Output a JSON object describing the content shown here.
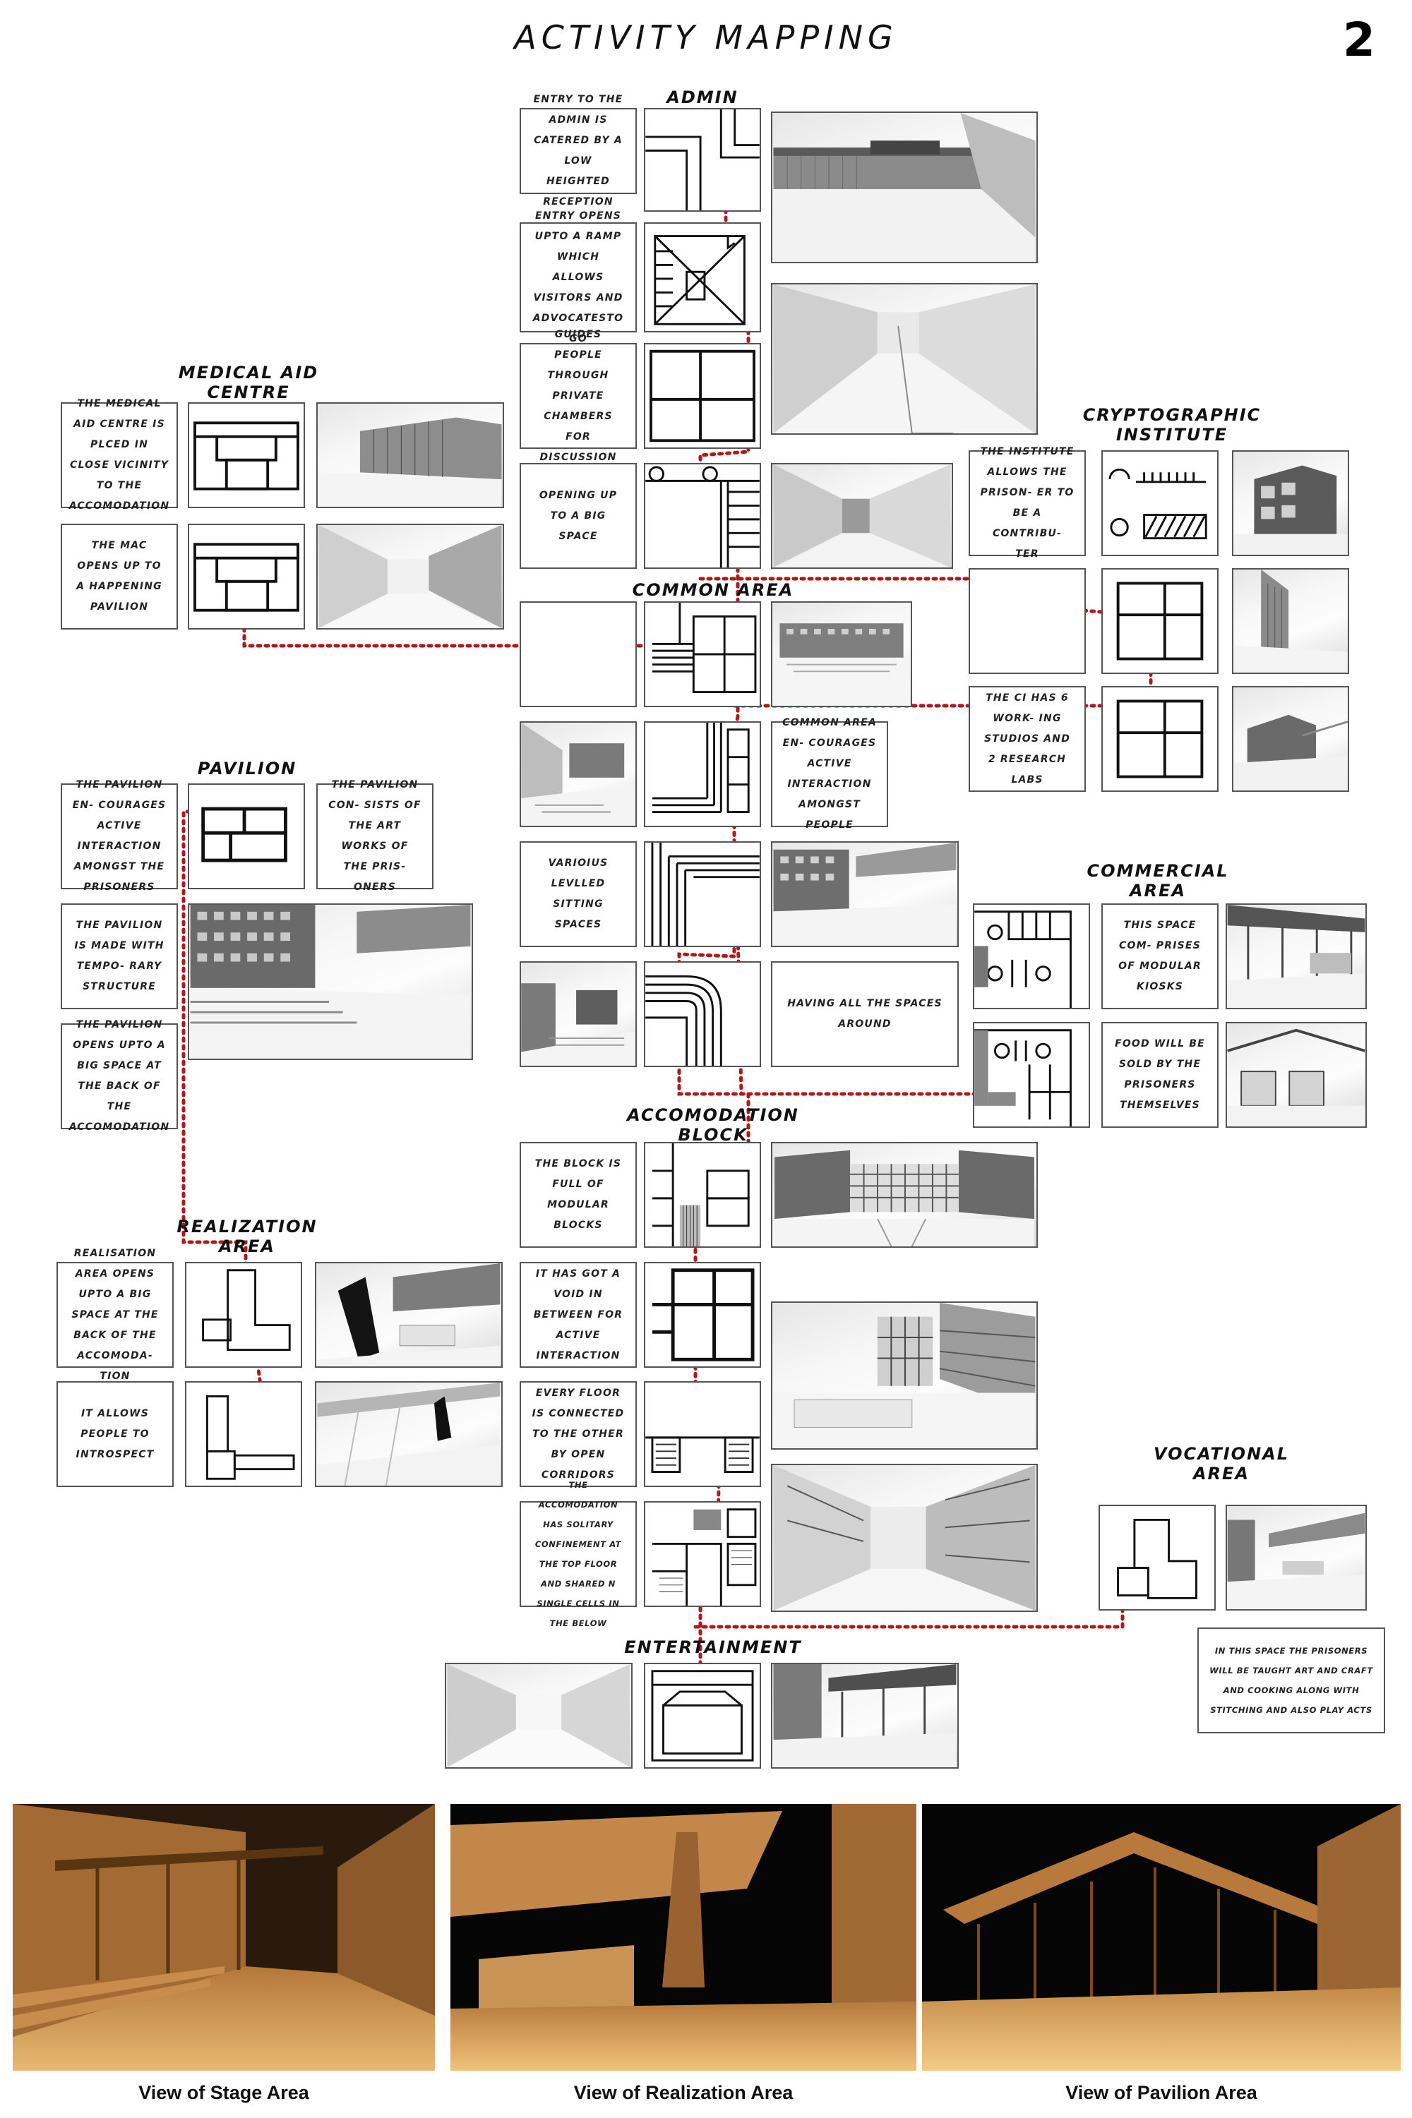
{
  "title": "ACTIVITY MAPPING",
  "sheet_number": "2",
  "zones": {
    "admin": {
      "heading": "ADMIN",
      "notes": [
        "ENTRY TO THE ADMIN IS CATERED BY A LOW HEIGHTED RECEPTION",
        "ENTRY OPENS UPTO A RAMP WHICH ALLOWS VISITORS AND ADVOCATESTO GO",
        "GUIDES PEOPLE THROUGH PRIVATE CHAMBERS FOR DISCUSSION",
        "OPENING UP TO A BIG SPACE"
      ]
    },
    "medical": {
      "heading": "MEDICAL AID CENTRE",
      "notes": [
        "THE MEDICAL AID CENTRE IS PLCED IN CLOSE VICINITY TO THE ACCOMODATION",
        "THE MAC OPENS UP TO A HAPPENING PAVILION"
      ]
    },
    "crypto": {
      "heading": "CRYPTOGRAPHIC INSTITUTE",
      "notes": [
        "THE INSTITUTE ALLOWS THE PRISON- ER TO BE A CONTRIBU- TER",
        "THE CI HAS 6 WORK- ING STUDIOS AND 2 RESEARCH LABS"
      ]
    },
    "common": {
      "heading": "COMMON AREA",
      "notes": [
        "COMMON AREA EN- COURAGES ACTIVE INTERACTION AMONGST PEOPLE",
        "VARIOIUS LEVLLED SITTING SPACES",
        "HAVING ALL THE SPACES AROUND"
      ]
    },
    "pavilion": {
      "heading": "PAVILION",
      "notes": [
        "THE PAVILION EN- COURAGES ACTIVE INTERACTION AMONGST THE PRISONERS",
        "THE PAVILION CON- SISTS OF THE ART WORKS OF THE PRIS- ONERS",
        "THE PAVILION IS MADE WITH TEMPO- RARY STRUCTURE",
        "THE PAVILION OPENS UPTO A BIG SPACE AT THE BACK OF THE ACCOMODATION"
      ]
    },
    "commercial": {
      "heading": "COMMERCIAL AREA",
      "notes": [
        "THIS SPACE COM- PRISES OF MODULAR KIOSKS",
        "FOOD WILL BE SOLD BY THE PRISONERS THEMSELVES"
      ]
    },
    "accomodation": {
      "heading": "ACCOMODATION BLOCK",
      "notes": [
        "THE BLOCK IS FULL OF MODULAR BLOCKS",
        "IT HAS GOT A VOID IN BETWEEN FOR ACTIVE INTERACTION",
        "EVERY FLOOR IS CONNECTED TO THE OTHER BY OPEN CORRIDORS",
        "THE ACCOMODATION HAS SOLITARY CONFINEMENT AT THE TOP FLOOR AND SHARED N SINGLE CELLS IN THE BELOW"
      ]
    },
    "realization": {
      "heading": "REALIZATION AREA",
      "notes": [
        "REALISATION AREA OPENS UPTO A BIG SPACE AT THE BACK OF THE ACCOMODA- TION",
        "IT ALLOWS PEOPLE TO INTROSPECT"
      ]
    },
    "vocational": {
      "heading": "VOCATIONAL AREA",
      "notes": [
        "IN THIS SPACE THE PRISONERS WILL BE TAUGHT ART AND CRAFT AND COOKING ALONG WITH STITCHING AND ALSO PLAY ACTS"
      ]
    },
    "entertainment": {
      "heading": "ENTERTAINMENT"
    }
  },
  "views": [
    "View of Stage Area",
    "View of Realization Area",
    "View of Pavilion Area"
  ],
  "colors": {
    "route": "#b0181c",
    "frame": "#555555",
    "sepia_light": "#e3b06a",
    "sepia_dark": "#7a4a1a",
    "sky": "#050505"
  }
}
